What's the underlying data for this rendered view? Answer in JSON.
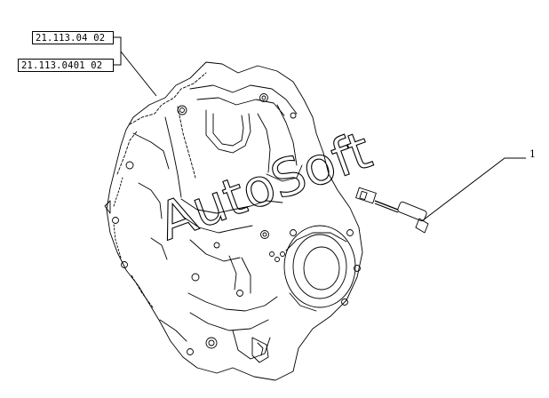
{
  "references": [
    {
      "code": "21.113.04 02"
    },
    {
      "code": "21.113.0401 02"
    }
  ],
  "callouts": [
    {
      "number": "1"
    }
  ],
  "watermark": {
    "text": "AutoSoft"
  },
  "colors": {
    "line": "#000000",
    "background": "#ffffff"
  }
}
